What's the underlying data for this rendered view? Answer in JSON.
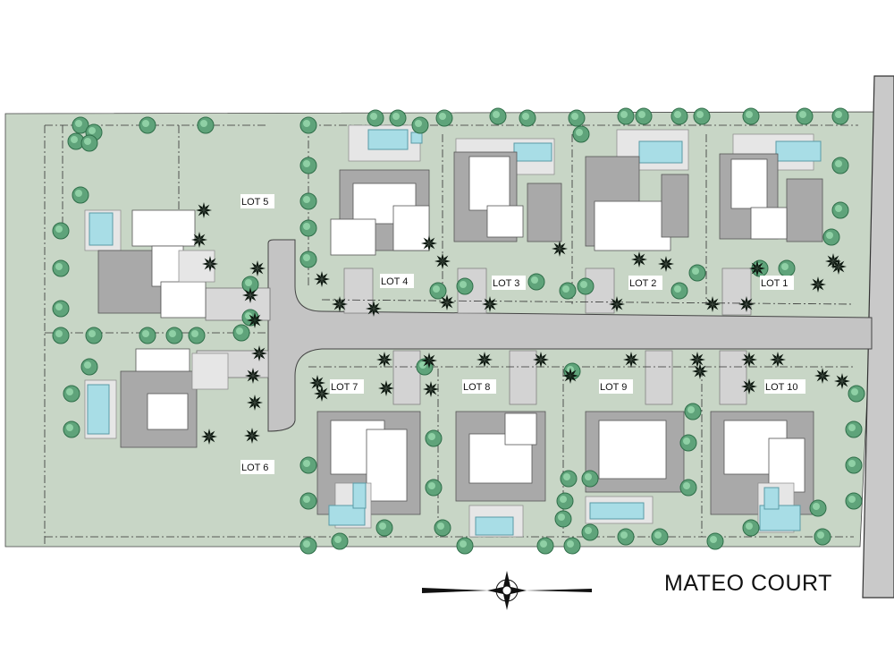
{
  "street": {
    "name": "MATEO COURT"
  },
  "lots": [
    {
      "id": "lot-1",
      "label": "LOT 1"
    },
    {
      "id": "lot-2",
      "label": "LOT 2"
    },
    {
      "id": "lot-3",
      "label": "LOT 3"
    },
    {
      "id": "lot-4",
      "label": "LOT 4"
    },
    {
      "id": "lot-5",
      "label": "LOT 5"
    },
    {
      "id": "lot-6",
      "label": "LOT 6"
    },
    {
      "id": "lot-7",
      "label": "LOT 7"
    },
    {
      "id": "lot-8",
      "label": "LOT 8"
    },
    {
      "id": "lot-9",
      "label": "LOT 9"
    },
    {
      "id": "lot-10",
      "label": "LOT 10"
    }
  ],
  "north_arrow": {
    "icon": "compass-rose-icon"
  },
  "colors": {
    "lawn": "#c8d6c6",
    "road": "#c4c4c4",
    "pool": "#a8dde6",
    "tree": "#5fa37a",
    "palm": "#0f1a12"
  }
}
